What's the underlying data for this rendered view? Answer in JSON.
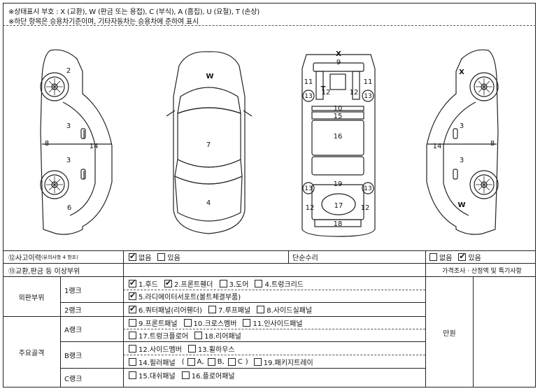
{
  "legend": {
    "line1": "※상태표시 부호 : X (교환), W (판금 또는 용접), C (부식), A (흠집), U (요철), T (손상)",
    "line2": "※하단 항목은 승용차기준이며, 기타자동차는 승용차에 준하여 표시"
  },
  "diagram": {
    "left_side": [
      "2",
      "3",
      "8",
      "14",
      "3",
      "6"
    ],
    "top_view": [
      "W",
      "7",
      "4"
    ],
    "frame": [
      "X",
      "9",
      "11",
      "11",
      "T",
      "12",
      "12",
      "13",
      "13",
      "10",
      "15",
      "16",
      "19",
      "13",
      "13",
      "12",
      "17",
      "12",
      "18"
    ],
    "right_side": [
      "X",
      "3",
      "14",
      "8",
      "3",
      "W"
    ]
  },
  "accident": {
    "label": "⑫사고이력",
    "note": "(유의사항 4 항조)",
    "opt_yes_none": "없음",
    "opt_some": "있음",
    "simple_repair": "단순수리",
    "opt2_none": "없음",
    "opt2_some": "있음"
  },
  "exchange": {
    "label": "⑬교환,판금 등 이상부위",
    "price_header": "가격조사 · 산정액 및 특기사항",
    "price_unit": "만원"
  },
  "outer": {
    "label": "외판부위",
    "rank1": "1랭크",
    "rank2": "2랭크",
    "r1_items": [
      "1.후드",
      "2.프론트휀더",
      "3.도어",
      "4.트렁크리드"
    ],
    "r1_items2": [
      "5.라디에이터서포트(볼트체결부품)"
    ],
    "r2_items": [
      "6.쿼터패널(리어휀더)",
      "7.루프패널",
      "8.사이드실패널"
    ]
  },
  "main": {
    "label": "주요골격",
    "rankA": "A랭크",
    "rankB": "B랭크",
    "rankC": "C랭크",
    "a_items": [
      "9.프론트패널",
      "10.크로스멤버",
      "11.인사이드패널"
    ],
    "a_items2": [
      "17.트렁크플로어",
      "18.리어패널"
    ],
    "b_items": [
      "12.사이드멤버",
      "13.휠하우스"
    ],
    "b_pillar": "14.필러패널",
    "b_pillar_a": "A,",
    "b_pillar_b": "B,",
    "b_pillar_c": "C",
    "b_item19": "19.패키지트레이",
    "c_items": [
      "15.대쉬패널",
      "16.플로어패널"
    ]
  }
}
